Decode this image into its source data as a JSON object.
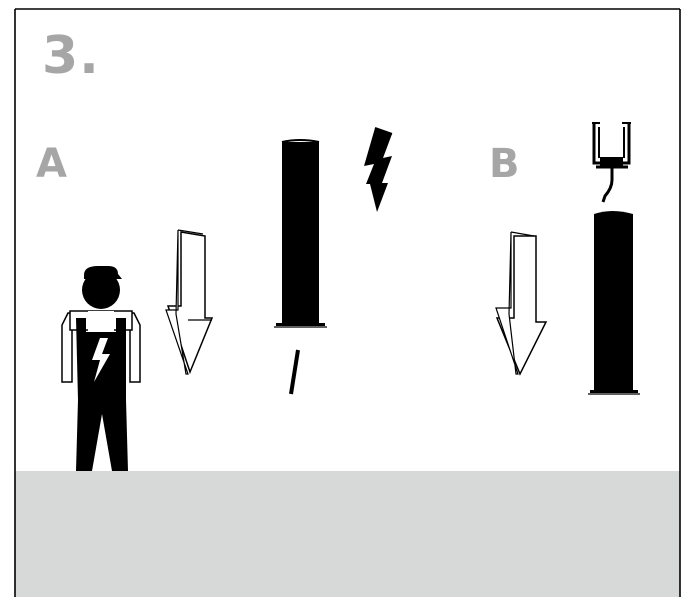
{
  "step": {
    "number": "3."
  },
  "panels": [
    {
      "id": "A",
      "label": "A"
    },
    {
      "id": "B",
      "label": "B"
    }
  ],
  "icons": {
    "technician": "electrician-icon",
    "lightning": "lightning-bolt-icon",
    "arrow": "arrow-down-icon",
    "switch": "switch-off-icon",
    "plug": "plug-icon",
    "column": "charging-column-icon"
  },
  "colors": {
    "label_gray": "#a6a6a6",
    "ground_gray": "#d7d9d9",
    "ink": "#000000",
    "background": "#ffffff"
  }
}
